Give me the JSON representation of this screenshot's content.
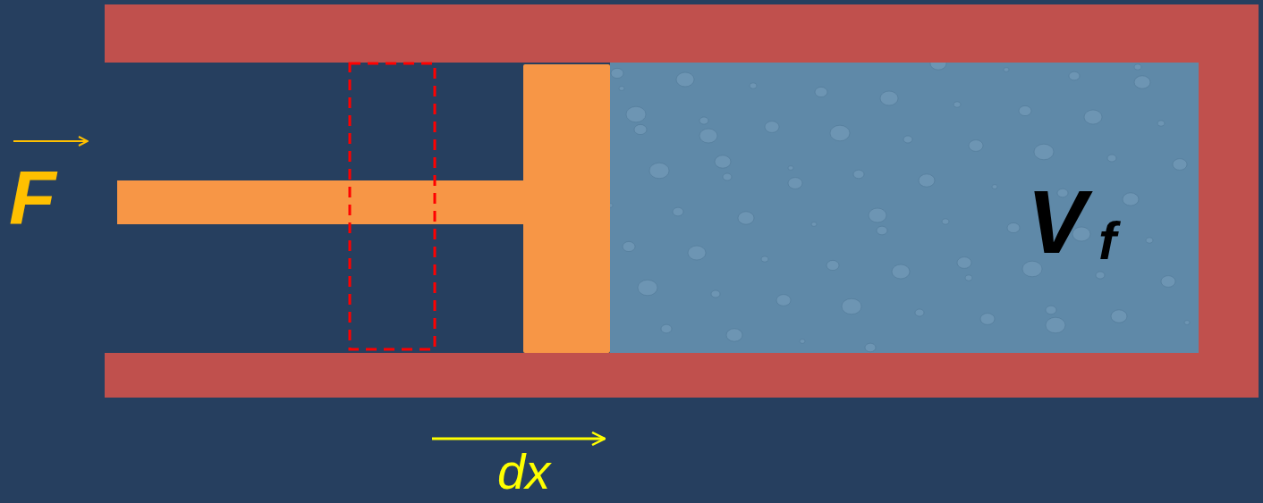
{
  "diagram": {
    "nodes": [
      {
        "text": [
          "V",
          "f"
        ]
      }
    ],
    "labels": [
      "F",
      "dx"
    ]
  }
}
